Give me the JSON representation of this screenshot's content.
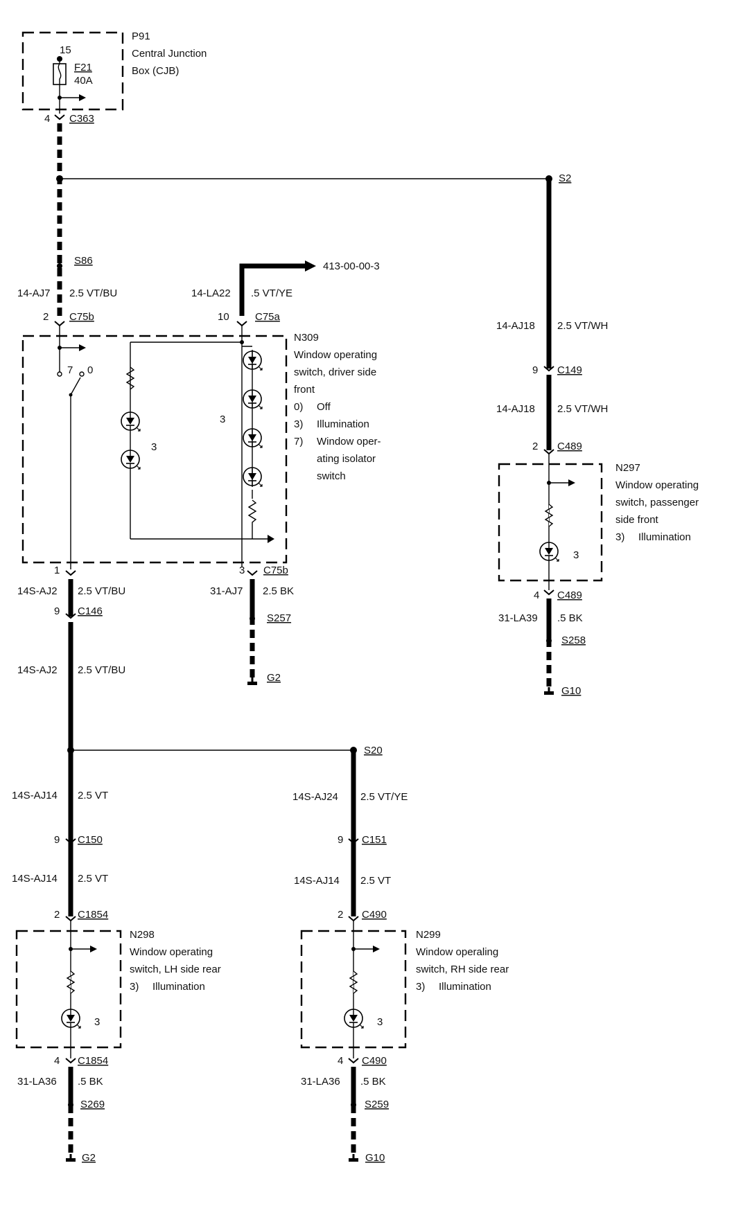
{
  "components": {
    "p91": {
      "id": "P91",
      "line1": "Central Junction",
      "line2": "Box (CJB)",
      "fuse": "F21",
      "fuse_rating": "40A",
      "pin": "15"
    },
    "n309": {
      "id": "N309",
      "lines": [
        "Window operating",
        "switch, driver side",
        "front"
      ],
      "legend": [
        [
          "0)",
          "Off"
        ],
        [
          "3)",
          "Illumination"
        ],
        [
          "7)",
          "Window oper-"
        ],
        [
          "",
          "ating isolator"
        ],
        [
          "",
          "switch"
        ]
      ],
      "pin7": "7",
      "pin0": "0",
      "lamp_left": "3",
      "lamp_right": "3"
    },
    "n297": {
      "id": "N297",
      "lines": [
        "Window operating",
        "switch, passenger",
        "side front"
      ],
      "legend": [
        [
          "3)",
          "Illumination"
        ]
      ],
      "lamp": "3"
    },
    "n298": {
      "id": "N298",
      "lines": [
        "Window operating",
        "switch, LH side rear"
      ],
      "legend": [
        [
          "3)",
          "Illumination"
        ]
      ],
      "lamp": "3"
    },
    "n299": {
      "id": "N299",
      "lines": [
        "Window operaling",
        "switch, RH side rear"
      ],
      "legend": [
        [
          "3)",
          "Illumination"
        ]
      ],
      "lamp": "3"
    }
  },
  "connectors": {
    "c363": {
      "pin": "4",
      "name": "C363"
    },
    "c75b_top": {
      "pin": "2",
      "name": "C75b"
    },
    "c75a": {
      "pin": "10",
      "name": "C75a"
    },
    "c75b_out1": {
      "pin": "1",
      "name": ""
    },
    "c75b_out3": {
      "pin": "3",
      "name": "C75b"
    },
    "c146": {
      "pin": "9",
      "name": "C146"
    },
    "c149": {
      "pin": "9",
      "name": "C149"
    },
    "c489_in": {
      "pin": "2",
      "name": "C489"
    },
    "c489_out": {
      "pin": "4",
      "name": "C489"
    },
    "c150": {
      "pin": "9",
      "name": "C150"
    },
    "c151": {
      "pin": "9",
      "name": "C151"
    },
    "c1854_in": {
      "pin": "2",
      "name": "C1854"
    },
    "c1854_out": {
      "pin": "4",
      "name": "C1854"
    },
    "c490_in": {
      "pin": "2",
      "name": "C490"
    },
    "c490_out": {
      "pin": "4",
      "name": "C490"
    }
  },
  "splices": {
    "s2": "S2",
    "s86": "S86",
    "s20": "S20",
    "s257": "S257",
    "s258": "S258",
    "s269": "S269",
    "s259": "S259"
  },
  "grounds": {
    "g2_a": "G2",
    "g10_a": "G10",
    "g2_b": "G2",
    "g10_b": "G10"
  },
  "reference": "413-00-00-3",
  "wires": {
    "aj7": {
      "code": "14-AJ7",
      "spec": "2.5 VT/BU"
    },
    "la22": {
      "code": "14-LA22",
      "spec": ".5 VT/YE"
    },
    "aj18_a": {
      "code": "14-AJ18",
      "spec": "2.5 VT/WH"
    },
    "aj18_b": {
      "code": "14-AJ18",
      "spec": "2.5 VT/WH"
    },
    "aj2_a": {
      "code": "14S-AJ2",
      "spec": "2.5 VT/BU"
    },
    "aj7_gnd": {
      "code": "31-AJ7",
      "spec": "2.5 BK"
    },
    "la39": {
      "code": "31-LA39",
      "spec": ".5 BK"
    },
    "aj2_b": {
      "code": "14S-AJ2",
      "spec": "2.5 VT/BU"
    },
    "aj14_a": {
      "code": "14S-AJ14",
      "spec": "2.5 VT"
    },
    "aj24": {
      "code": "14S-AJ24",
      "spec": "2.5 VT/YE"
    },
    "aj14_b": {
      "code": "14S-AJ14",
      "spec": "2.5 VT"
    },
    "aj14_c": {
      "code": "14S-AJ14",
      "spec": "2.5 VT"
    },
    "la36_a": {
      "code": "31-LA36",
      "spec": ".5 BK"
    },
    "la36_b": {
      "code": "31-LA36",
      "spec": ".5 BK"
    }
  }
}
